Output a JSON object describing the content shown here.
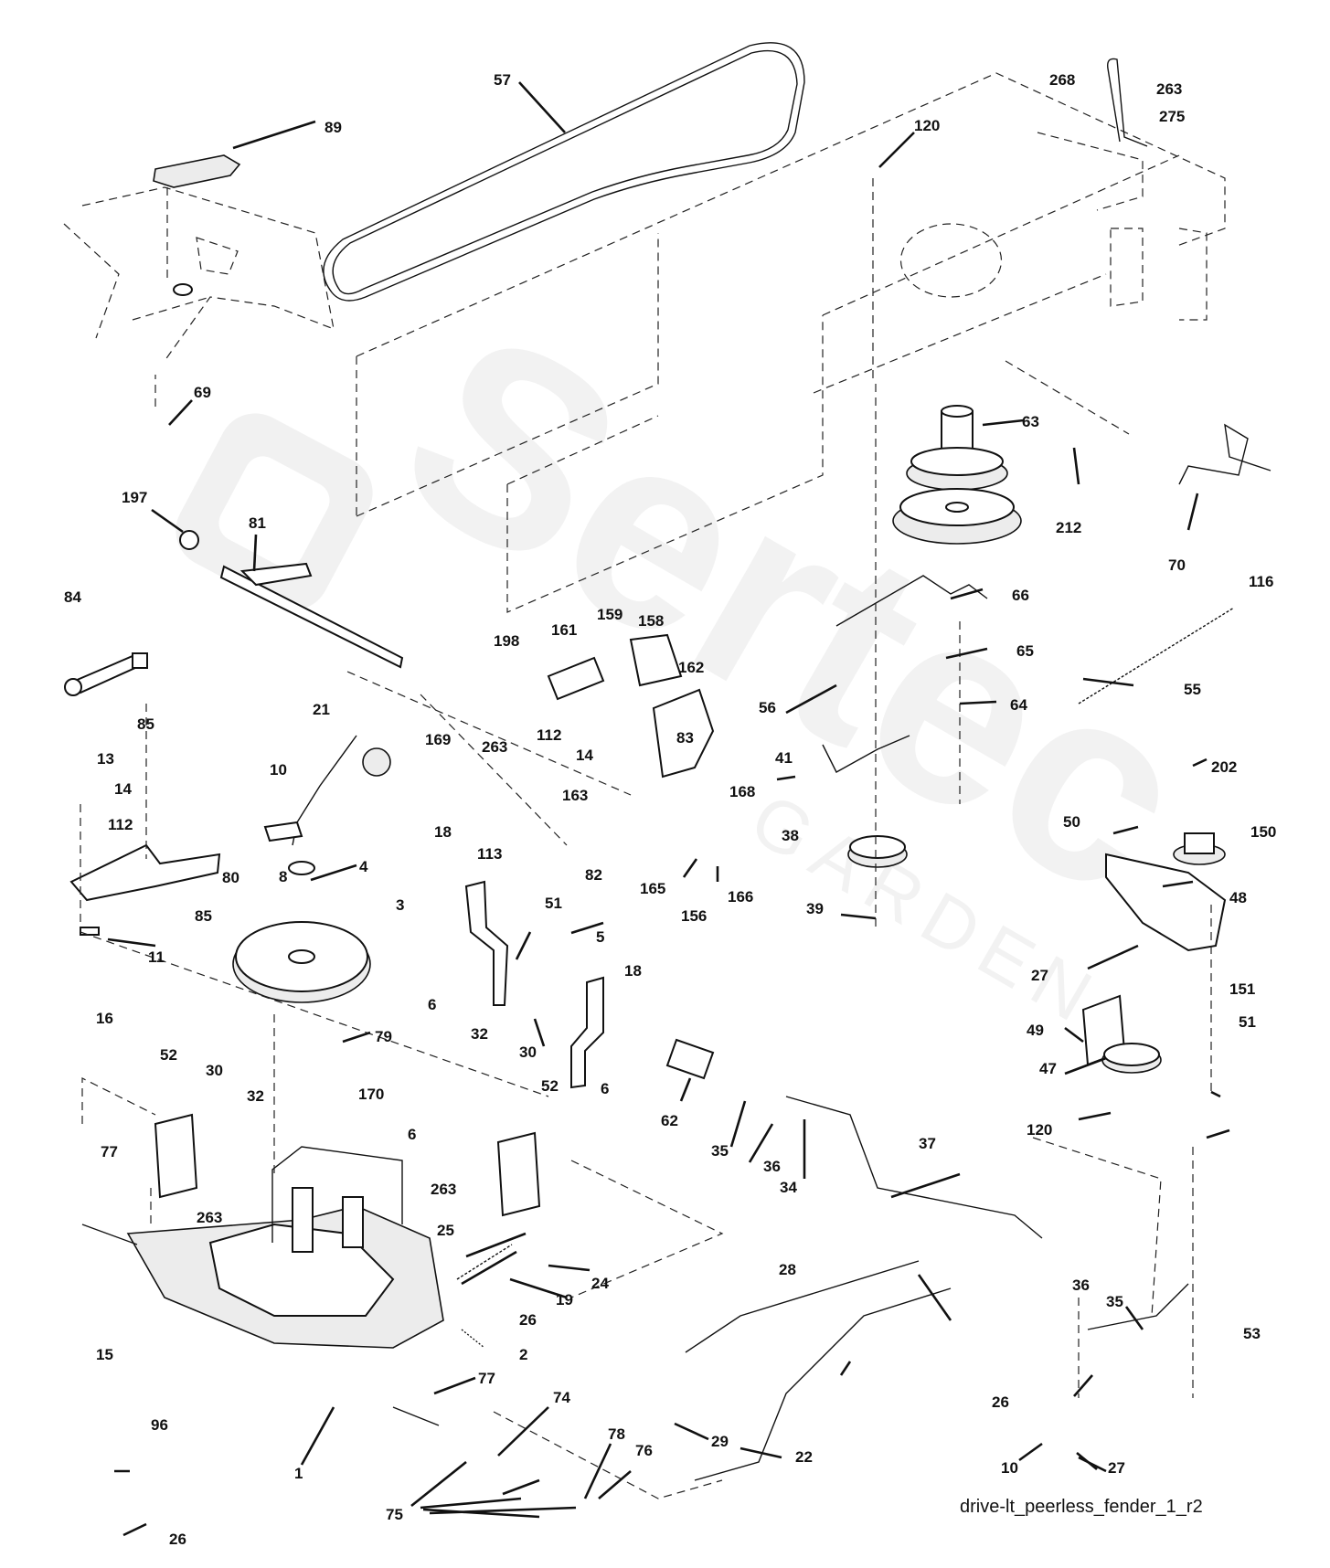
{
  "diagram": {
    "caption": "drive-lt_peerless_fender_1_r2",
    "watermark": {
      "brand": "Sertec",
      "sub": "GARDEN"
    }
  },
  "labels": [
    {
      "id": "57",
      "text": "57"
    },
    {
      "id": "89",
      "text": "89"
    },
    {
      "id": "120a",
      "text": "120"
    },
    {
      "id": "268",
      "text": "268"
    },
    {
      "id": "263a",
      "text": "263"
    },
    {
      "id": "275",
      "text": "275"
    },
    {
      "id": "69",
      "text": "69"
    },
    {
      "id": "63",
      "text": "63"
    },
    {
      "id": "212",
      "text": "212"
    },
    {
      "id": "70",
      "text": "70"
    },
    {
      "id": "116",
      "text": "116"
    },
    {
      "id": "197",
      "text": "197"
    },
    {
      "id": "81",
      "text": "81"
    },
    {
      "id": "84",
      "text": "84"
    },
    {
      "id": "85a",
      "text": "85"
    },
    {
      "id": "198",
      "text": "198"
    },
    {
      "id": "161",
      "text": "161"
    },
    {
      "id": "159",
      "text": "159"
    },
    {
      "id": "158",
      "text": "158"
    },
    {
      "id": "162",
      "text": "162"
    },
    {
      "id": "66",
      "text": "66"
    },
    {
      "id": "65",
      "text": "65"
    },
    {
      "id": "55",
      "text": "55"
    },
    {
      "id": "56",
      "text": "56"
    },
    {
      "id": "64",
      "text": "64"
    },
    {
      "id": "21",
      "text": "21"
    },
    {
      "id": "169",
      "text": "169"
    },
    {
      "id": "263b",
      "text": "263"
    },
    {
      "id": "112a",
      "text": "112"
    },
    {
      "id": "14a",
      "text": "14"
    },
    {
      "id": "83",
      "text": "83"
    },
    {
      "id": "10a",
      "text": "10"
    },
    {
      "id": "41",
      "text": "41"
    },
    {
      "id": "163",
      "text": "163"
    },
    {
      "id": "202",
      "text": "202"
    },
    {
      "id": "13",
      "text": "13"
    },
    {
      "id": "14b",
      "text": "14"
    },
    {
      "id": "112b",
      "text": "112"
    },
    {
      "id": "168",
      "text": "168"
    },
    {
      "id": "50",
      "text": "50"
    },
    {
      "id": "150",
      "text": "150"
    },
    {
      "id": "18a",
      "text": "18"
    },
    {
      "id": "113",
      "text": "113"
    },
    {
      "id": "38",
      "text": "38"
    },
    {
      "id": "80",
      "text": "80"
    },
    {
      "id": "8",
      "text": "8"
    },
    {
      "id": "4",
      "text": "4"
    },
    {
      "id": "82",
      "text": "82"
    },
    {
      "id": "165",
      "text": "165"
    },
    {
      "id": "166",
      "text": "166"
    },
    {
      "id": "85b",
      "text": "85"
    },
    {
      "id": "156",
      "text": "156"
    },
    {
      "id": "48",
      "text": "48"
    },
    {
      "id": "3",
      "text": "3"
    },
    {
      "id": "51a",
      "text": "51"
    },
    {
      "id": "39",
      "text": "39"
    },
    {
      "id": "11",
      "text": "11"
    },
    {
      "id": "5",
      "text": "5"
    },
    {
      "id": "27a",
      "text": "27"
    },
    {
      "id": "18b",
      "text": "18"
    },
    {
      "id": "6a",
      "text": "6"
    },
    {
      "id": "151",
      "text": "151"
    },
    {
      "id": "16",
      "text": "16"
    },
    {
      "id": "79",
      "text": "79"
    },
    {
      "id": "49",
      "text": "49"
    },
    {
      "id": "51b",
      "text": "51"
    },
    {
      "id": "32a",
      "text": "32"
    },
    {
      "id": "52a",
      "text": "52"
    },
    {
      "id": "30a",
      "text": "30"
    },
    {
      "id": "170",
      "text": "170"
    },
    {
      "id": "30b",
      "text": "30"
    },
    {
      "id": "6b",
      "text": "6"
    },
    {
      "id": "62",
      "text": "62"
    },
    {
      "id": "47",
      "text": "47"
    },
    {
      "id": "32b",
      "text": "32"
    },
    {
      "id": "52b",
      "text": "52"
    },
    {
      "id": "35a",
      "text": "35"
    },
    {
      "id": "36a",
      "text": "36"
    },
    {
      "id": "34",
      "text": "34"
    },
    {
      "id": "120b",
      "text": "120"
    },
    {
      "id": "6c",
      "text": "6"
    },
    {
      "id": "37",
      "text": "37"
    },
    {
      "id": "77a",
      "text": "77"
    },
    {
      "id": "263c",
      "text": "263"
    },
    {
      "id": "263d",
      "text": "263"
    },
    {
      "id": "25",
      "text": "25"
    },
    {
      "id": "24",
      "text": "24"
    },
    {
      "id": "19",
      "text": "19"
    },
    {
      "id": "28",
      "text": "28"
    },
    {
      "id": "36b",
      "text": "36"
    },
    {
      "id": "35b",
      "text": "35"
    },
    {
      "id": "26a",
      "text": "26"
    },
    {
      "id": "53",
      "text": "53"
    },
    {
      "id": "15",
      "text": "15"
    },
    {
      "id": "2",
      "text": "2"
    },
    {
      "id": "26b",
      "text": "26"
    },
    {
      "id": "77b",
      "text": "77"
    },
    {
      "id": "74",
      "text": "74"
    },
    {
      "id": "29",
      "text": "29"
    },
    {
      "id": "96",
      "text": "96"
    },
    {
      "id": "1",
      "text": "1"
    },
    {
      "id": "10b",
      "text": "10"
    },
    {
      "id": "27b",
      "text": "27"
    },
    {
      "id": "22",
      "text": "22"
    },
    {
      "id": "78",
      "text": "78"
    },
    {
      "id": "76",
      "text": "76"
    },
    {
      "id": "26c",
      "text": "26"
    },
    {
      "id": "75",
      "text": "75"
    }
  ]
}
